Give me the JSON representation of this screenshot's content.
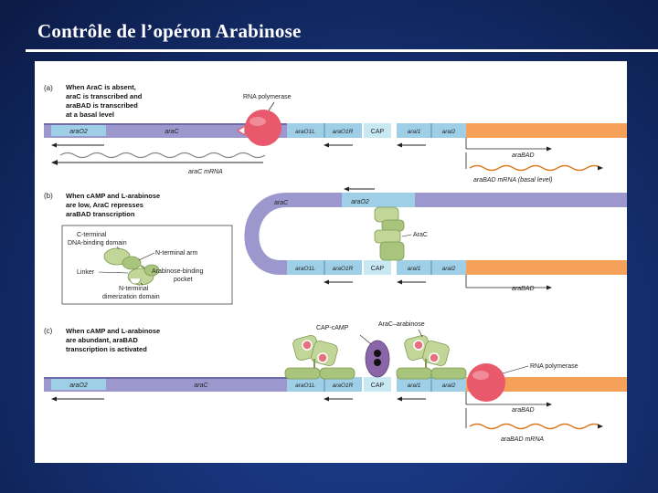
{
  "slide": {
    "title": "Contrôle de l’opéron Arabinose"
  },
  "colors": {
    "background": "#163276",
    "dna_purple": "#9c97cc",
    "operator_blue": "#9ecfe6",
    "arabad_orange": "#f5a15a",
    "polymerase_pink": "#e8596b",
    "arac_green": "#c2d69a"
  },
  "panel_a": {
    "letter": "(a)",
    "caption": [
      "When AraC is absent,",
      "araC is transcribed and",
      "araBAD is transcribed",
      "at a basal level"
    ],
    "segments": {
      "araO2": "araO2",
      "araC": "araC",
      "araO1L": "araO1L",
      "araO1R": "araO1R",
      "cap": "CAP",
      "araI1": "araI1",
      "araI2": "araI2"
    },
    "rna_polymerase_label": "RNA polymerase",
    "arac_mrna": "araC mRNA",
    "arabad": "araBAD",
    "arabad_mrna": "araBAD mRNA (basal level)"
  },
  "panel_b": {
    "letter": "(b)",
    "caption": [
      "When cAMP and L-arabinose",
      "are low, AraC represses",
      "araBAD transcription"
    ],
    "arac_loop": "araC",
    "arao2": "araO2",
    "arac_protein": "AraC",
    "segments": {
      "araO1L": "araO1L",
      "araO1R": "araO1R",
      "cap": "CAP",
      "araI1": "araI1",
      "araI2": "araI2"
    },
    "arabad": "araBAD",
    "inset": {
      "c_terminal": "C-terminal",
      "dna_binding": "DNA-binding domain",
      "n_terminal_arm": "N-terminal arm",
      "linker": "Linker",
      "arabinose_pocket_1": "Arabinose-binding",
      "arabinose_pocket_2": "pocket",
      "n_terminal": "N-terminal",
      "dimerization": "dimerization domain"
    }
  },
  "panel_c": {
    "letter": "(c)",
    "caption": [
      "When cAMP and L-arabinose",
      "are abundant, araBAD",
      "transcription is activated"
    ],
    "cap_camp": "CAP-cAMP",
    "arac_arabinose": "AraC–arabinose",
    "rna_polymerase_label": "RNA polymerase",
    "segments": {
      "araO2": "araO2",
      "araC": "araC",
      "araO1L": "araO1L",
      "araO1R": "araO1R",
      "cap": "CAP",
      "araI1": "araI1",
      "araI2": "araI2"
    },
    "arabad": "araBAD",
    "arabad_mrna": "araBAD mRNA"
  }
}
